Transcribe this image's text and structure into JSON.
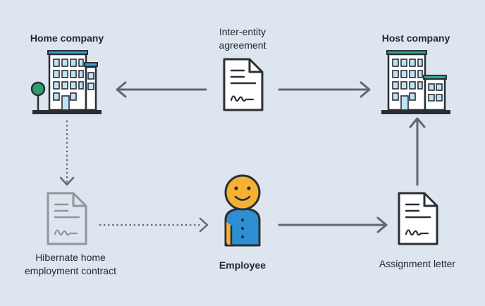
{
  "nodes": {
    "home_company": {
      "label": "Home company"
    },
    "inter_entity": {
      "label_line1": "Inter-entity",
      "label_line2": "agreement"
    },
    "host_company": {
      "label": "Host company"
    },
    "hibernate": {
      "label_line1": "Hibernate home",
      "label_line2": "employment contract"
    },
    "employee": {
      "label": "Employee"
    },
    "assignment": {
      "label": "Assignment letter"
    }
  },
  "colors": {
    "background": "#dde5ee",
    "outline": "#2a2f36",
    "building_accent_home": "#3aa0d6",
    "building_accent_host": "#35a88f",
    "window_blue": "#bfe3f5",
    "tree_green": "#2f9e6f",
    "arrow_gray": "#5f6973",
    "faded_gray": "#8e969e",
    "face_orange": "#f6b133",
    "shirt_blue": "#2d8fd2"
  }
}
